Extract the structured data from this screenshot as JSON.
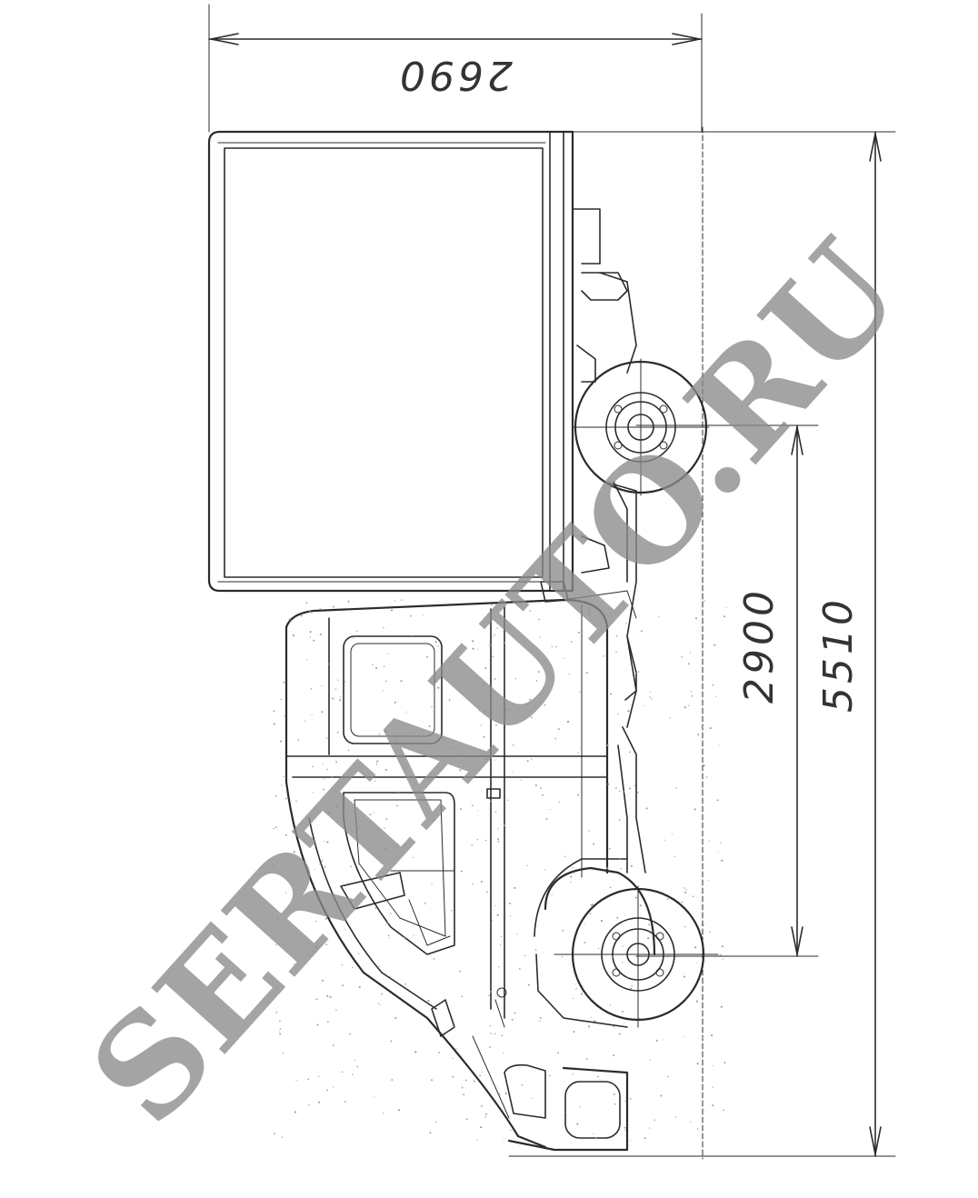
{
  "dimensions": {
    "body_length": "2690",
    "wheelbase": "2900",
    "overall_length": "5510"
  },
  "watermark": "SERTAUTO.RU",
  "colors": {
    "background": "#ffffff",
    "line": "#2b2b2b",
    "watermark": "#8a8a8a"
  }
}
